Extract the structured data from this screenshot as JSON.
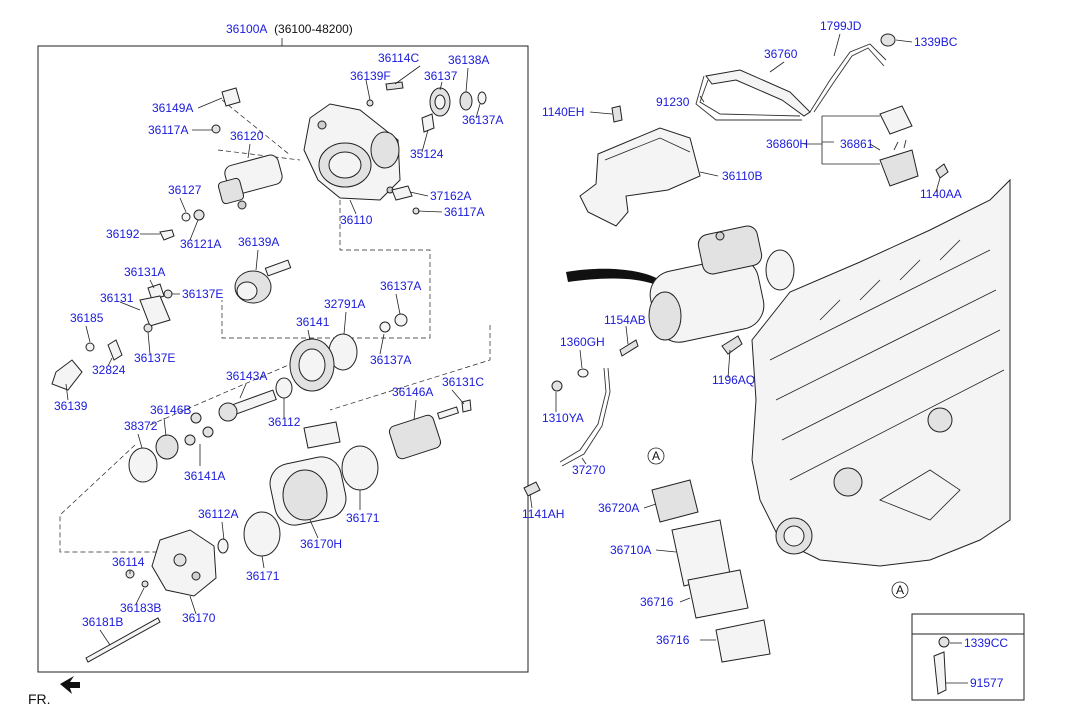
{
  "assembly": {
    "title": "36100A",
    "title_suffix": "(36100-48200)"
  },
  "front_marker": "FR.",
  "ref_letter": "A",
  "inset_labels": [
    "1339CC",
    "91577"
  ],
  "part_labels": [
    "36114C",
    "36139F",
    "36138A",
    "36137",
    "36137A",
    "36149A",
    "36117A",
    "36120",
    "35124",
    "36127",
    "37162A",
    "36117A",
    "36192",
    "36121A",
    "36110",
    "36139A",
    "36131A",
    "36137E",
    "36131",
    "36137A",
    "32791A",
    "36185",
    "32824",
    "36137E",
    "36137A",
    "36141",
    "36139",
    "36143A",
    "36131C",
    "36146B",
    "38372",
    "36112",
    "36146A",
    "36141A",
    "36171",
    "36112A",
    "36170H",
    "36114",
    "36171",
    "36183B",
    "36170",
    "36181B",
    "1799JD",
    "1339BC",
    "36760",
    "91230",
    "1140EH",
    "36860H",
    "36861",
    "36110B",
    "1140AA",
    "1154AB",
    "1360GH",
    "1196AQ",
    "1310YA",
    "37270",
    "1141AH",
    "36720A",
    "36710A",
    "36716",
    "36716"
  ]
}
